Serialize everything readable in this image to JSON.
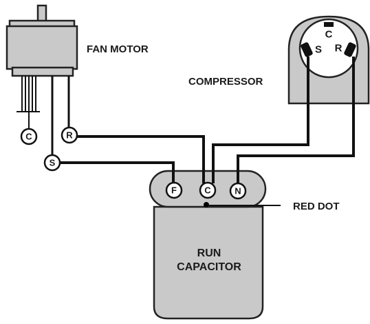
{
  "labels": {
    "fan_motor": "FAN MOTOR",
    "compressor": "COMPRESSOR",
    "red_dot": "RED DOT",
    "run_capacitor_line1": "RUN",
    "run_capacitor_line2": "CAPACITOR"
  },
  "fan_terminals": {
    "common": "C",
    "run": "R",
    "start": "S"
  },
  "capacitor_terminals": {
    "fan": "F",
    "common": "C",
    "herm": "N"
  },
  "compressor_terminals": {
    "common": "C",
    "start": "S",
    "run": "R"
  },
  "colors": {
    "body_fill": "#c9c9c9",
    "wire": "#111111",
    "red_dot": "#000000"
  }
}
